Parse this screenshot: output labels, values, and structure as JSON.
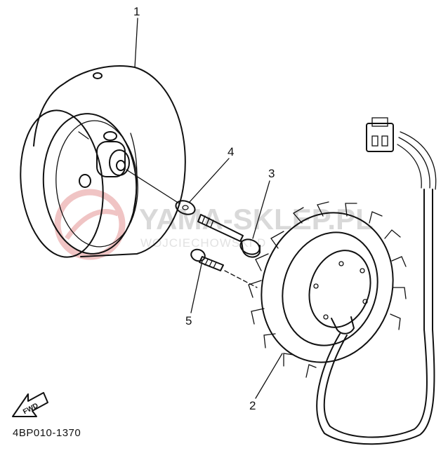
{
  "watermark": {
    "main_text": "YAMA-SKLEP.PL",
    "sub_text": "WOJCIECHOWSKI D"
  },
  "parts": [
    {
      "number": "1"
    },
    {
      "number": "2"
    },
    {
      "number": "3"
    },
    {
      "number": "4"
    },
    {
      "number": "5"
    }
  ],
  "direction_badge": {
    "text": "FWD"
  },
  "diagram_code": "4BP010-1370",
  "colors": {
    "ink": "#111111",
    "watermark_red": "#f0c4c4",
    "watermark_gray": "#d9d9d9"
  }
}
